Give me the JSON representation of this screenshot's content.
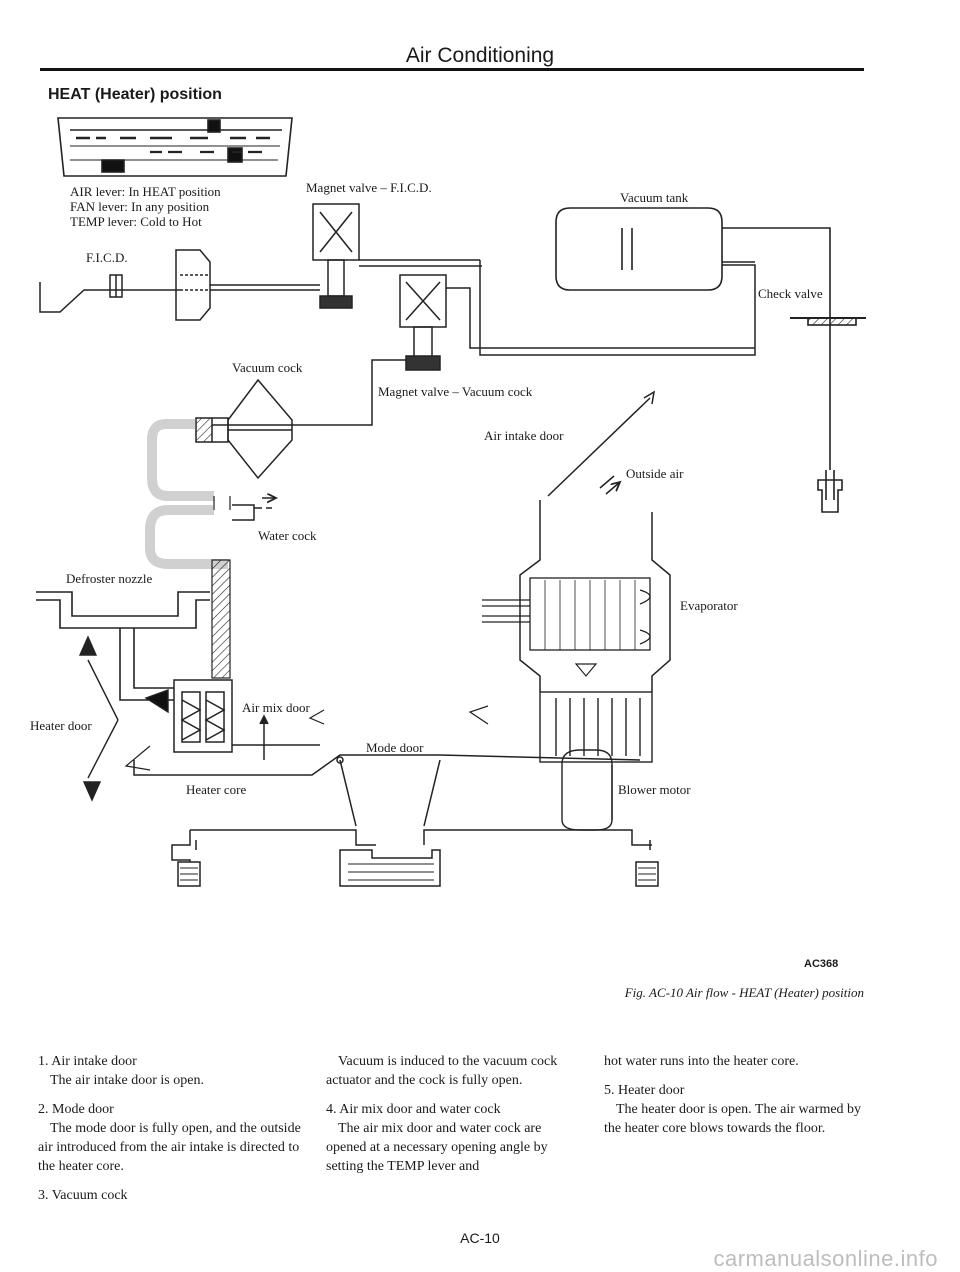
{
  "header": {
    "title": "Air Conditioning"
  },
  "section": {
    "title": "HEAT (Heater) position"
  },
  "diagram": {
    "lever_notes": [
      "AIR lever: In HEAT position",
      "FAN lever: In any position",
      "TEMP lever: Cold to Hot"
    ],
    "labels": {
      "magnet_valve_ficd": "Magnet valve – F.I.C.D.",
      "vacuum_tank": "Vacuum tank",
      "ficd": "F.I.C.D.",
      "check_valve": "Check valve",
      "vacuum_cock": "Vacuum cock",
      "magnet_valve_vacuum_cock": "Magnet valve – Vacuum cock",
      "air_intake_door": "Air intake door",
      "outside_air": "Outside air",
      "water_cock": "Water cock",
      "defroster_nozzle": "Defroster nozzle",
      "evaporator": "Evaporator",
      "air_mix_door": "Air mix door",
      "heater_door": "Heater door",
      "mode_door": "Mode door",
      "heater_core": "Heater core",
      "blower_motor": "Blower motor"
    },
    "figure_id": "AC368",
    "caption": "Fig. AC-10 Air flow - HEAT (Heater) position"
  },
  "body": {
    "col1": {
      "item1_head": "1.  Air intake door",
      "item1_text": "The air intake door is open.",
      "item2_head": "2.  Mode door",
      "item2_text": "The mode door is fully open, and the outside air introduced from the air intake is directed to the heater core.",
      "item3_head": "3.  Vacuum cock"
    },
    "col2": {
      "para1": "Vacuum is induced to the vacuum cock actuator and the cock is fully open.",
      "item4_head": "4.  Air mix door and water cock",
      "item4_text": "The air mix door and water cock are opened at a necessary opening angle by setting the TEMP lever and"
    },
    "col3": {
      "para1": "hot water runs into the heater core.",
      "item5_head": "5.  Heater door",
      "item5_text": "The heater door is open. The air warmed by the heater core blows towards the floor."
    }
  },
  "footer": {
    "page_number": "AC-10",
    "watermark": "carmanualsonline.info"
  }
}
